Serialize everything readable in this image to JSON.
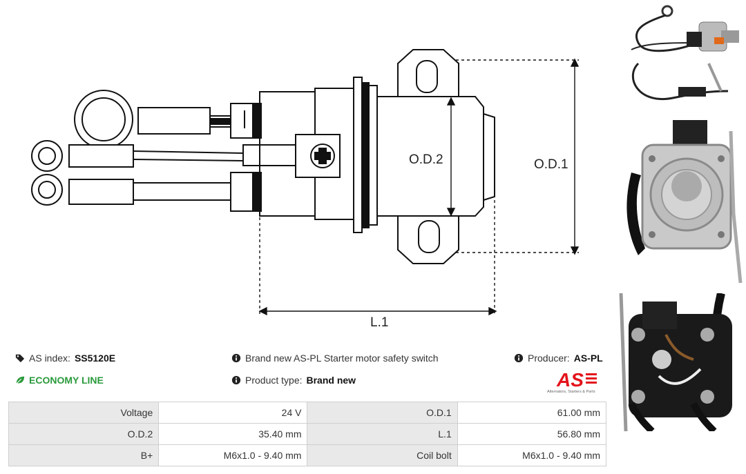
{
  "drawing": {
    "dimensions": {
      "od1": "O.D.1",
      "od2": "O.D.2",
      "l1": "L.1"
    }
  },
  "info": {
    "as_index_label": "AS index:",
    "as_index_value": "SS5120E",
    "line_label": "ECONOMY LINE",
    "description": "Brand new AS-PL Starter motor safety switch",
    "product_type_label": "Product type:",
    "product_type_value": "Brand new",
    "producer_label": "Producer:",
    "producer_value": "AS-PL"
  },
  "logo": {
    "mark": "AS",
    "tagline": "Alternators, Starters & Parts"
  },
  "specs": {
    "rows": [
      {
        "k1": "Voltage",
        "v1": "24 V",
        "k2": "O.D.1",
        "v2": "61.00 mm"
      },
      {
        "k1": "O.D.2",
        "v1": "35.40 mm",
        "k2": "L.1",
        "v2": "56.80 mm"
      },
      {
        "k1": "B+",
        "v1": "M6x1.0 - 9.40 mm",
        "k2": "Coil bolt",
        "v2": "M6x1.0 - 9.40 mm"
      }
    ]
  },
  "colors": {
    "accent_green": "#2a9a3c",
    "logo_red": "#e3131b"
  },
  "icons": [
    "tags-icon",
    "leaf-icon",
    "info-icon"
  ]
}
